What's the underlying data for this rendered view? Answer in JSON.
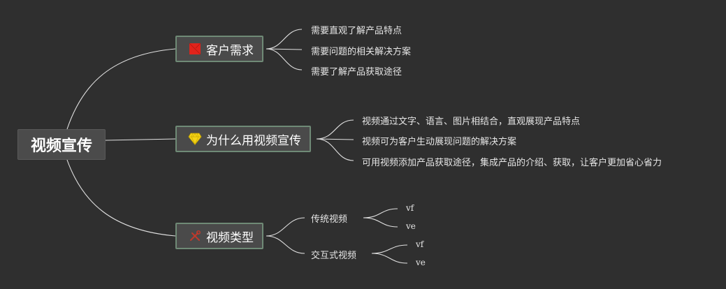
{
  "root": {
    "label": "视频宣传"
  },
  "branches": [
    {
      "label": "客户需求",
      "icon": "red-flag-icon",
      "items": [
        "需要直观了解产品特点",
        "需要问题的相关解决方案",
        "需要了解产品获取途径"
      ]
    },
    {
      "label": "为什么用视频宣传",
      "icon": "diamond-icon",
      "items": [
        "视频通过文字、语言、图片相结合，直观展现产品特点",
        "视频可为客户生动展现问题的解决方案",
        "可用视频添加产品获取途径，集成产品的介绍、获取，让客户更加省心省力"
      ]
    },
    {
      "label": "视频类型",
      "icon": "tools-icon",
      "subs": [
        {
          "label": "传统视频",
          "items": [
            "vf",
            "ve"
          ]
        },
        {
          "label": "交互式视频",
          "items": [
            "vf",
            "ve"
          ]
        }
      ]
    }
  ],
  "colors": {
    "background": "#2f2f2f",
    "line": "#e0e0e0",
    "node_border": "#6f8a76",
    "flag": "#e0231b",
    "diamond": "#f4d316",
    "tools": "#c0392b"
  }
}
